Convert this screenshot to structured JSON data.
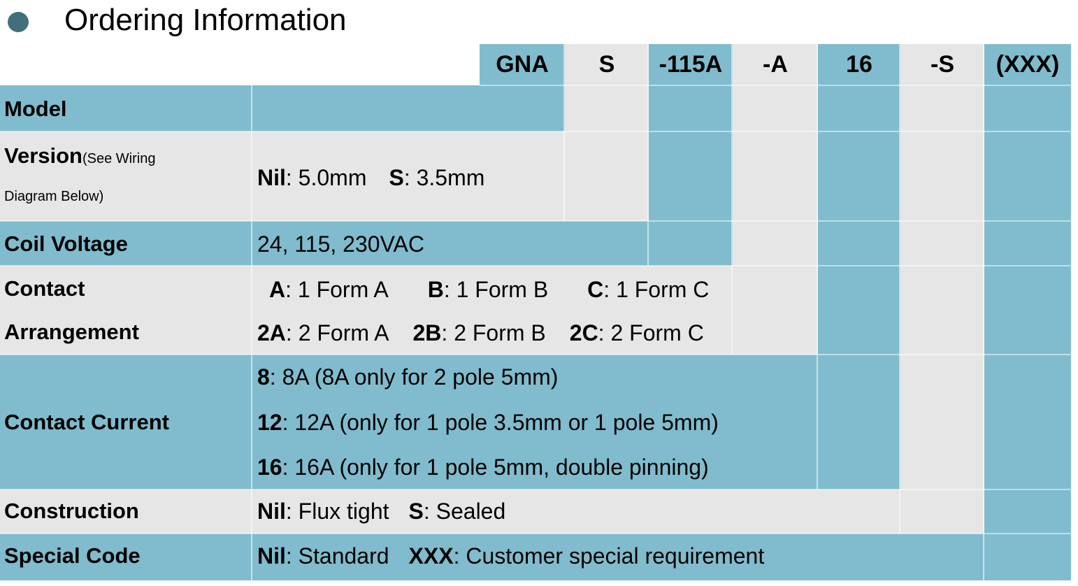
{
  "title": {
    "text": "Ordering Information",
    "bullet_icon": "bullet-dot-icon",
    "bullet_color": "#42707A"
  },
  "colors": {
    "teal": "#80BCCD",
    "gray": "#E6E6E6",
    "text": "#000000",
    "page_background": "#FFFFFF"
  },
  "part_code_header": {
    "segments": [
      {
        "code": "GNA",
        "fill": "teal"
      },
      {
        "code": "S",
        "fill": "gray"
      },
      {
        "code": "-115A",
        "fill": "teal"
      },
      {
        "code": "-A",
        "fill": "gray"
      },
      {
        "code": "16",
        "fill": "teal"
      },
      {
        "code": "-S",
        "fill": "gray"
      },
      {
        "code": "(XXX)",
        "fill": "teal"
      }
    ]
  },
  "rows": [
    {
      "label": "Model",
      "label_sub": "",
      "fill": "teal",
      "values": []
    },
    {
      "label": "Version",
      "label_sub": "(See Wiring Diagram Below)",
      "label_sub_line1": "(See Wiring",
      "label_sub_line2": "Diagram Below)",
      "fill": "gray",
      "values": [
        {
          "code": "Nil",
          "desc": ": 5.0mm"
        },
        {
          "code": "S",
          "desc": ": 3.5mm"
        }
      ],
      "value_text": "Nil: 5.0mm    S: 3.5mm"
    },
    {
      "label": "Coil Voltage",
      "label_sub": "",
      "fill": "teal",
      "value_text": "24, 115, 230VAC"
    },
    {
      "label": "Contact",
      "label2": "Arrangement",
      "label_sub": "",
      "fill": "gray",
      "line1": [
        {
          "code": "A",
          "desc": ": 1 Form A"
        },
        {
          "code": "B",
          "desc": ": 1 Form B"
        },
        {
          "code": "C",
          "desc": ": 1 Form C"
        }
      ],
      "line2": [
        {
          "code": "2A",
          "desc": ": 2 Form A"
        },
        {
          "code": "2B",
          "desc": ": 2 Form B"
        },
        {
          "code": "2C",
          "desc": ": 2 Form C"
        }
      ]
    },
    {
      "label": "Contact Current",
      "label_sub": "",
      "fill": "teal",
      "lines": [
        {
          "code": "8",
          "desc": ": 8A (8A only for 2 pole 5mm)"
        },
        {
          "code": "12",
          "desc": ": 12A (only for 1 pole 3.5mm or 1 pole 5mm)"
        },
        {
          "code": "16",
          "desc": ": 16A (only for 1 pole 5mm, double pinning)"
        }
      ]
    },
    {
      "label": "Construction",
      "label_sub": "",
      "fill": "gray",
      "values": [
        {
          "code": "Nil",
          "desc": ": Flux tight"
        },
        {
          "code": "S",
          "desc": ": Sealed"
        }
      ]
    },
    {
      "label": "Special Code",
      "label_sub": "",
      "fill": "teal",
      "values": [
        {
          "code": "Nil",
          "desc": ": Standard"
        },
        {
          "code": "XXX",
          "desc": ": Customer special requirement"
        }
      ]
    }
  ]
}
